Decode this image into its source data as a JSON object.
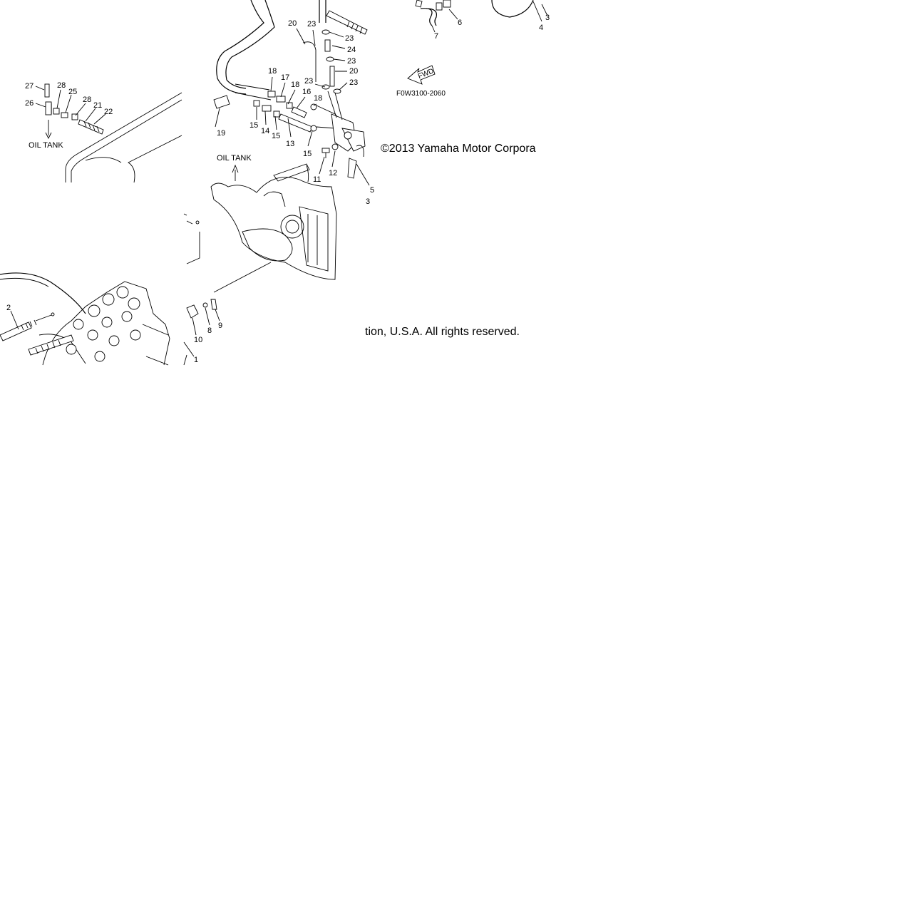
{
  "copyright_part1": "©2013 Yamaha Motor Corpora",
  "copyright_part2": "tion, U.S.A. All rights reserved.",
  "figure_code": "F0W3100-2060",
  "fwd_label": "FWD",
  "oil_tank_label_left": "OIL TANK",
  "oil_tank_label_center": "OIL TANK",
  "callouts": {
    "c1": "1",
    "c2": "2",
    "c3": "3",
    "c3b": "3",
    "c4": "4",
    "c5": "5",
    "c6": "6",
    "c7": "7",
    "c8": "8",
    "c9": "9",
    "c10": "10",
    "c11": "11",
    "c12": "12",
    "c13": "13",
    "c14": "14",
    "c15a": "15",
    "c15b": "15",
    "c15c": "15",
    "c16": "16",
    "c17": "17",
    "c18a": "18",
    "c18b": "18",
    "c18c": "18",
    "c19": "19",
    "c20a": "20",
    "c20b": "20",
    "c21": "21",
    "c22": "22",
    "c23a": "23",
    "c23b": "23",
    "c23c": "23",
    "c23d": "23",
    "c23e": "23",
    "c24": "24",
    "c25": "25",
    "c26": "26",
    "c27": "27",
    "c28a": "28",
    "c28b": "28"
  }
}
